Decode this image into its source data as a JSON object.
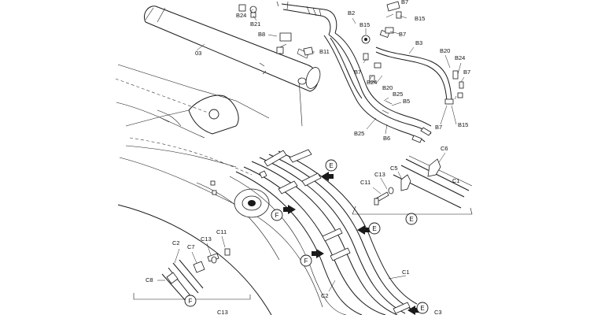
{
  "labels": {
    "b7_top": "B7",
    "b15_top": "B15",
    "b24_top": "B24",
    "b21": "B21",
    "b2": "B2",
    "b15_mid": "B15",
    "b7_mid": "B7",
    "b8": "B8",
    "b11": "B11",
    "o3": "03",
    "b3": "B3",
    "b20_right": "B20",
    "b24_right": "B24",
    "b7_right": "B7",
    "b7_low": "B7",
    "b24_low": "B24",
    "b20_low": "B20",
    "b25_upper": "B25",
    "b5": "B5",
    "b25_lower": "B25",
    "b6": "B6",
    "b7_bottom": "B7",
    "b15_bottom": "B15",
    "c6": "C6",
    "c5": "C5",
    "c13_right": "C13",
    "c11_right": "C11",
    "c1_right": "C1",
    "c2_left": "C2",
    "c7_left": "C7",
    "c13_left": "C13",
    "c11_left": "C11",
    "c8_left": "C8",
    "c1_lower": "C1",
    "c2_lower": "C2",
    "c3": "C3",
    "c13_bottom": "C13"
  },
  "views": {
    "e_marker_upper": "E",
    "e_marker_mid": "E",
    "e_marker_bottom": "E",
    "f_marker_upper": "F",
    "f_marker_lower": "F",
    "e_view_title": "E",
    "f_view_title": "F"
  },
  "colors": {
    "ink": "#1a1a1a",
    "paper": "#ffffff"
  }
}
